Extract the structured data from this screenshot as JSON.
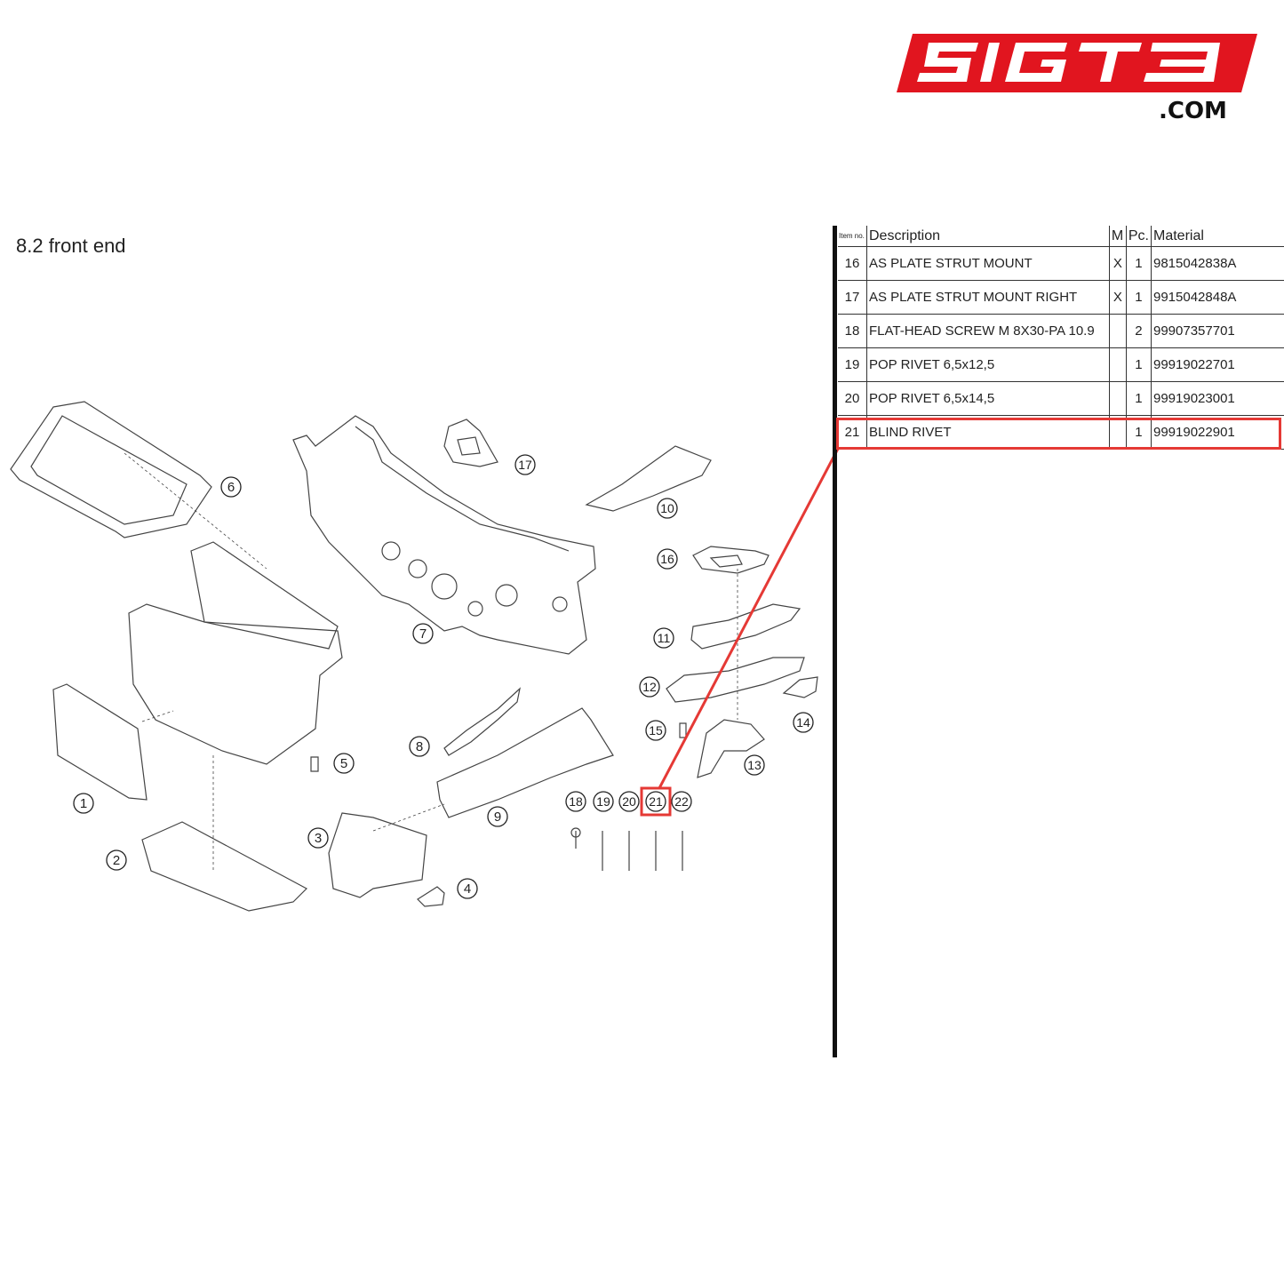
{
  "logo": {
    "text": "SIGT3",
    "suffix": ".COM",
    "color": "#e1151f"
  },
  "section_title": "8.2  front end",
  "table": {
    "headers": {
      "item": "Item no.",
      "description": "Description",
      "m": "M",
      "pc": "Pc.",
      "material": "Material"
    },
    "rows": [
      {
        "item": "16",
        "description": "AS PLATE STRUT MOUNT",
        "m": "X",
        "pc": "1",
        "material": "9815042838A"
      },
      {
        "item": "17",
        "description": "AS PLATE STRUT MOUNT RIGHT",
        "m": "X",
        "pc": "1",
        "material": "9915042848A"
      },
      {
        "item": "18",
        "description": "FLAT-HEAD SCREW M 8X30-PA 10.9",
        "m": "",
        "pc": "2",
        "material": "99907357701"
      },
      {
        "item": "19",
        "description": "POP RIVET 6,5x12,5",
        "m": "",
        "pc": "1",
        "material": "99919022701"
      },
      {
        "item": "20",
        "description": "POP RIVET 6,5x14,5",
        "m": "",
        "pc": "1",
        "material": "99919023001"
      },
      {
        "item": "21",
        "description": "BLIND RIVET",
        "m": "",
        "pc": "1",
        "material": "99919022901"
      }
    ],
    "highlighted_item": "21"
  },
  "callouts": [
    "1",
    "2",
    "3",
    "4",
    "5",
    "6",
    "7",
    "8",
    "9",
    "10",
    "11",
    "12",
    "13",
    "14",
    "15",
    "16",
    "17",
    "18",
    "19",
    "20",
    "21",
    "22"
  ],
  "highlight_color": "#e53935"
}
